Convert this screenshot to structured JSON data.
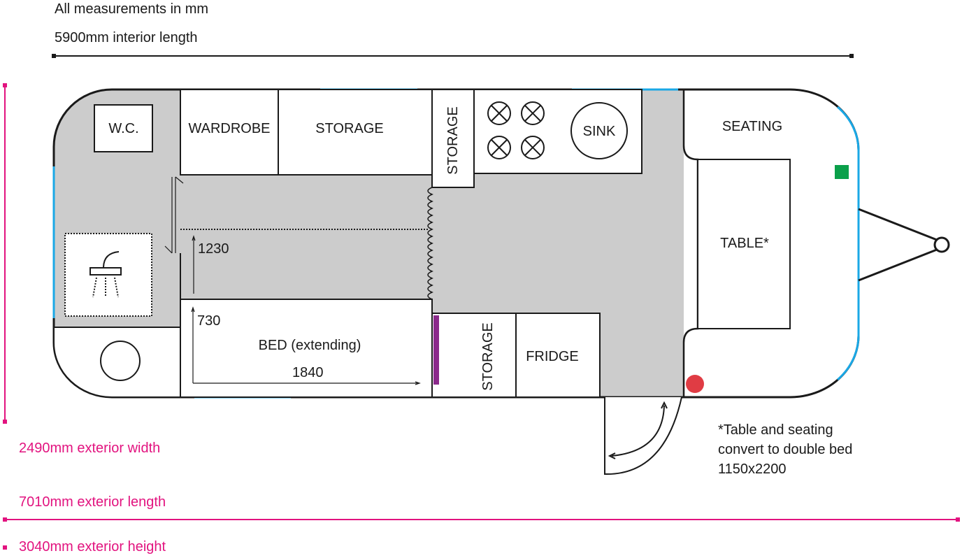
{
  "header": {
    "units_note": "All measurements in mm",
    "interior_length": "5900mm interior length"
  },
  "dimensions": {
    "exterior_width": "2490mm exterior width",
    "exterior_length": "7010mm exterior length",
    "exterior_height": "3040mm exterior height",
    "corridor_width": "1230",
    "bed_width": "730",
    "bed_length": "1840"
  },
  "rooms": {
    "wc": "W.C.",
    "wardrobe": "WARDROBE",
    "storage_top": "STORAGE",
    "storage_vertical_top": "STORAGE",
    "sink": "SINK",
    "seating": "SEATING",
    "table": "TABLE*",
    "bed": "BED (extending)",
    "storage_bottom": "STORAGE",
    "fridge": "FRIDGE"
  },
  "footnote": {
    "line1": "*Table and seating",
    "line2": "convert to double bed",
    "line3": "1150x2200"
  },
  "colors": {
    "accent_pink": "#e2137f",
    "window_blue": "#1aa8e6",
    "floor_gray": "#cccccc",
    "marker_green": "#0aa04a",
    "marker_red": "#e03c44",
    "marker_purple": "#8b2a8b"
  }
}
